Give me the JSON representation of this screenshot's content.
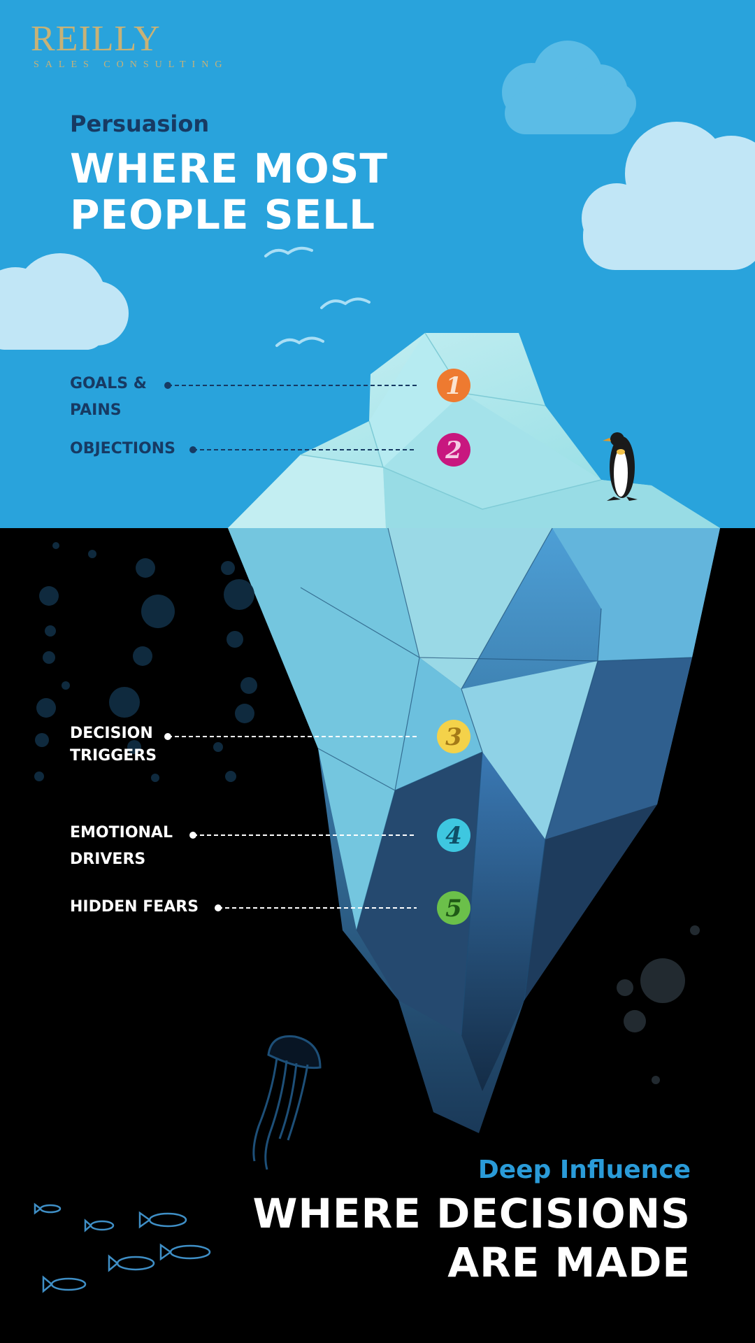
{
  "brand": {
    "name": "REILLY",
    "tagline": "SALES CONSULTING"
  },
  "top_section": {
    "label": "Persuasion",
    "headline_line1": "WHERE MOST",
    "headline_line2": "PEOPLE SELL"
  },
  "bottom_section": {
    "label": "Deep Influence",
    "headline_line1": "WHERE DECISIONS",
    "headline_line2": "ARE MADE"
  },
  "levels": [
    {
      "number": "1",
      "label_line1": "GOALS &",
      "label_line2": "PAINS",
      "color": "#ee7a30"
    },
    {
      "number": "2",
      "label_line1": "OBJECTIONS",
      "label_line2": "",
      "color": "#c8177f"
    },
    {
      "number": "3",
      "label_line1": "DECISION",
      "label_line2": "TRIGGERS",
      "color": "#f4d24a"
    },
    {
      "number": "4",
      "label_line1": "EMOTIONAL",
      "label_line2": "DRIVERS",
      "color": "#3ec7e0"
    },
    {
      "number": "5",
      "label_line1": "HIDDEN FEARS",
      "label_line2": "",
      "color": "#6bc04a"
    }
  ],
  "colors": {
    "sky": "#29a3dc",
    "deep": "#000000",
    "navy_text": "#173a63",
    "brand_gold": "#c8b276",
    "accent_blue": "#2a9bd8"
  },
  "icons": [
    "cloud-icon",
    "bird-icon",
    "penguin-icon",
    "jellyfish-icon",
    "fish-icon",
    "bubble-icon"
  ]
}
